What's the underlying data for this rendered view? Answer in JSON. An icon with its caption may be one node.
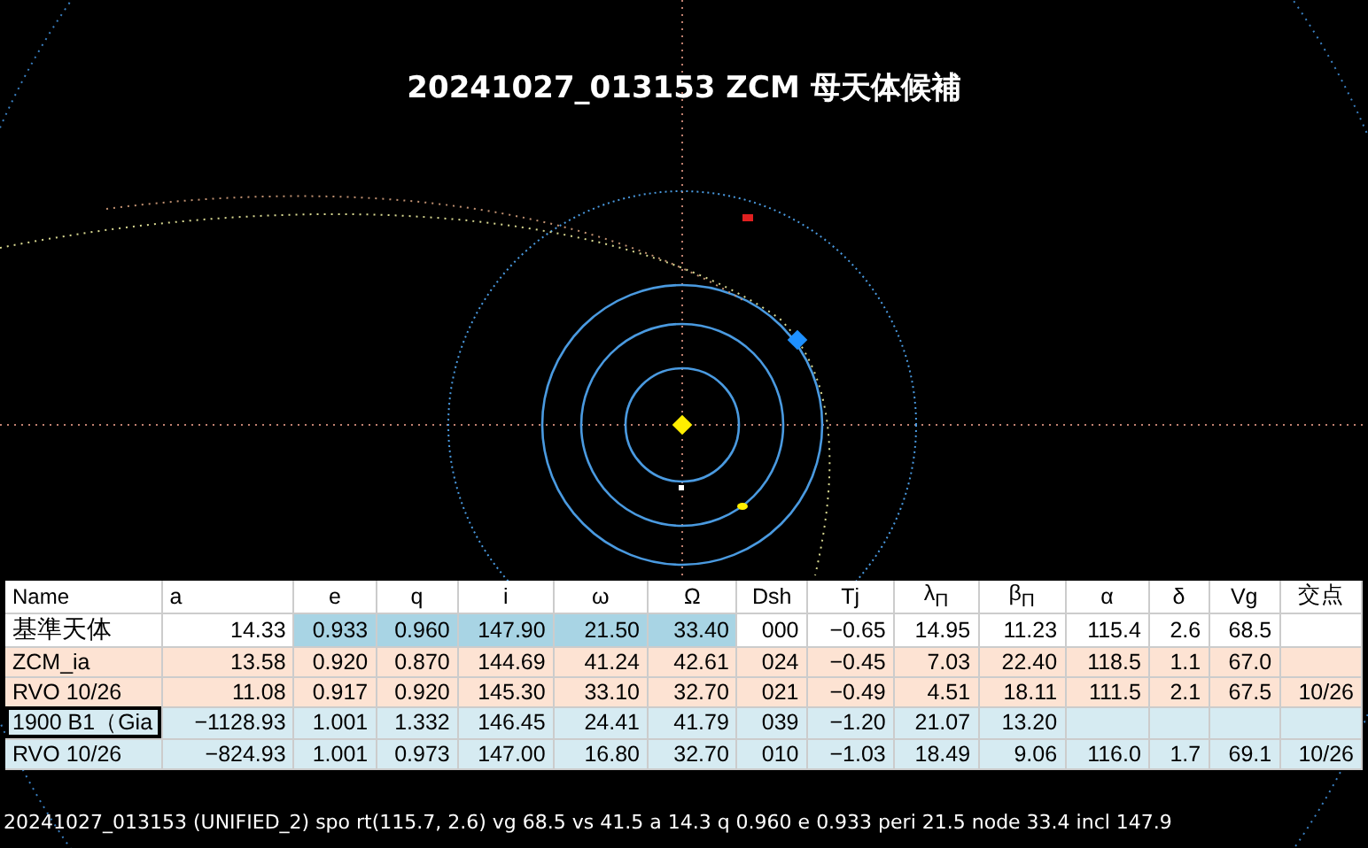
{
  "diagram": {
    "title": "20241027_013153 ZCM  母天体候補",
    "caption": "20241027_013153 (UNIFIED_2) spo rt(115.7, 2.6) vg 68.5 vs 41.5 a 14.3 q 0.960 e 0.933 peri 21.5 node 33.4 incl 147.9",
    "labels": [
      "Name",
      "a",
      "e",
      "q",
      "i",
      "ω",
      "Ω",
      "Dsh",
      "Tj",
      "λ$_{Π}$",
      "β$_{Π}$",
      "α",
      "δ",
      "Vg",
      "交点",
      "基準天体",
      "14.33",
      "0.933",
      "0.960",
      "147.90",
      "21.50",
      "33.40",
      "000",
      "−0.65",
      "14.95",
      "11.23",
      "115.4",
      "2.6",
      "68.5",
      "ZCM_ia",
      "13.58",
      "0.920",
      "0.870",
      "144.69",
      "41.24",
      "42.61",
      "024",
      "−0.45",
      "7.03",
      "22.40",
      "118.5",
      "1.1",
      "67.0",
      "RVO 10/26",
      "11.08",
      "0.917",
      "0.920",
      "145.30",
      "33.10",
      "32.70",
      "021",
      "−0.49",
      "4.51",
      "18.11",
      "111.5",
      "2.1",
      "67.5",
      "10/26",
      "1900 B1（Gia",
      "−1128.93",
      "1.001",
      "1.332",
      "146.45",
      "24.41",
      "41.79",
      "039",
      "−1.20",
      "21.07",
      "13.20",
      "RVO 10/26",
      "−824.93",
      "1.001",
      "0.973",
      "147.00",
      "16.80",
      "32.70",
      "010",
      "−1.03",
      "18.49",
      "9.06",
      "116.0",
      "1.7",
      "69.1",
      "10/26"
    ]
  }
}
